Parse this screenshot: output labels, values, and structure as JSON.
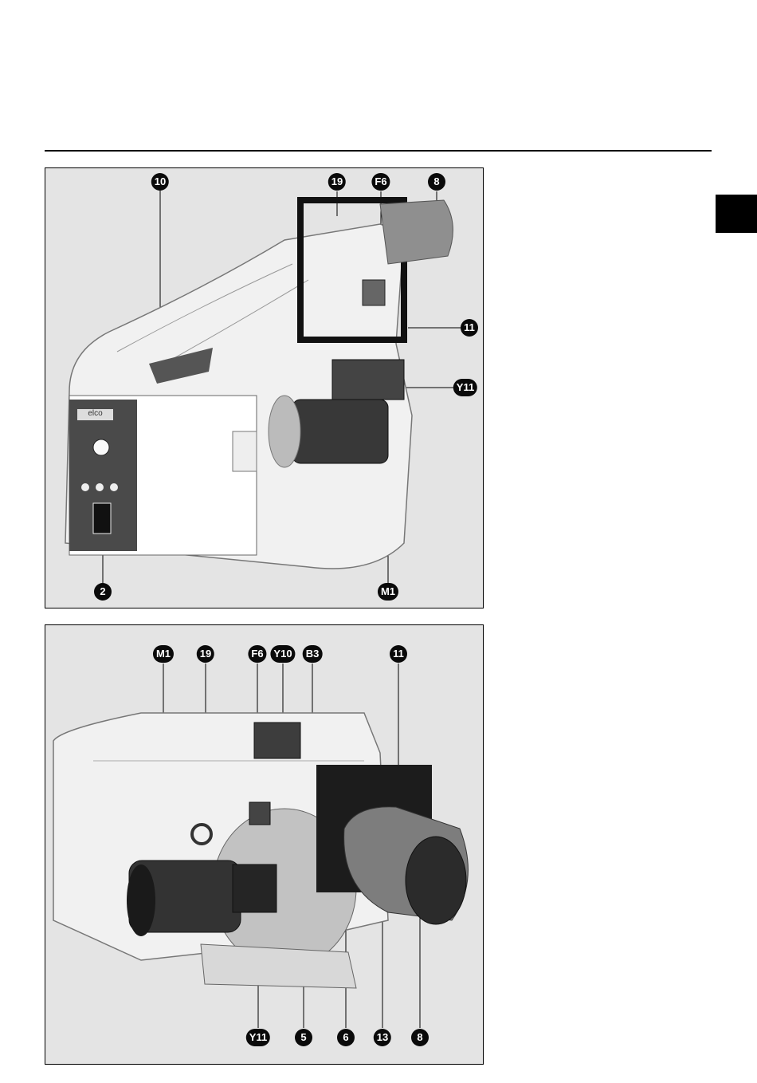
{
  "figure1": {
    "callouts": {
      "c10": "10",
      "c19": "19",
      "cF6": "F6",
      "c8": "8",
      "c11": "11",
      "cY11": "Y11",
      "c2": "2",
      "cM1": "M1"
    },
    "brand_plate": "elco"
  },
  "figure2": {
    "callouts": {
      "cM1": "M1",
      "c19": "19",
      "cF6": "F6",
      "cY10": "Y10",
      "cB3": "B3",
      "c11": "11",
      "cY11": "Y11",
      "c5": "5",
      "c6": "6",
      "c13": "13",
      "c8": "8"
    }
  },
  "colors": {
    "panel_bg": "#e4e4e4",
    "callout_bg": "#0a0a0a",
    "callout_text": "#ffffff"
  }
}
